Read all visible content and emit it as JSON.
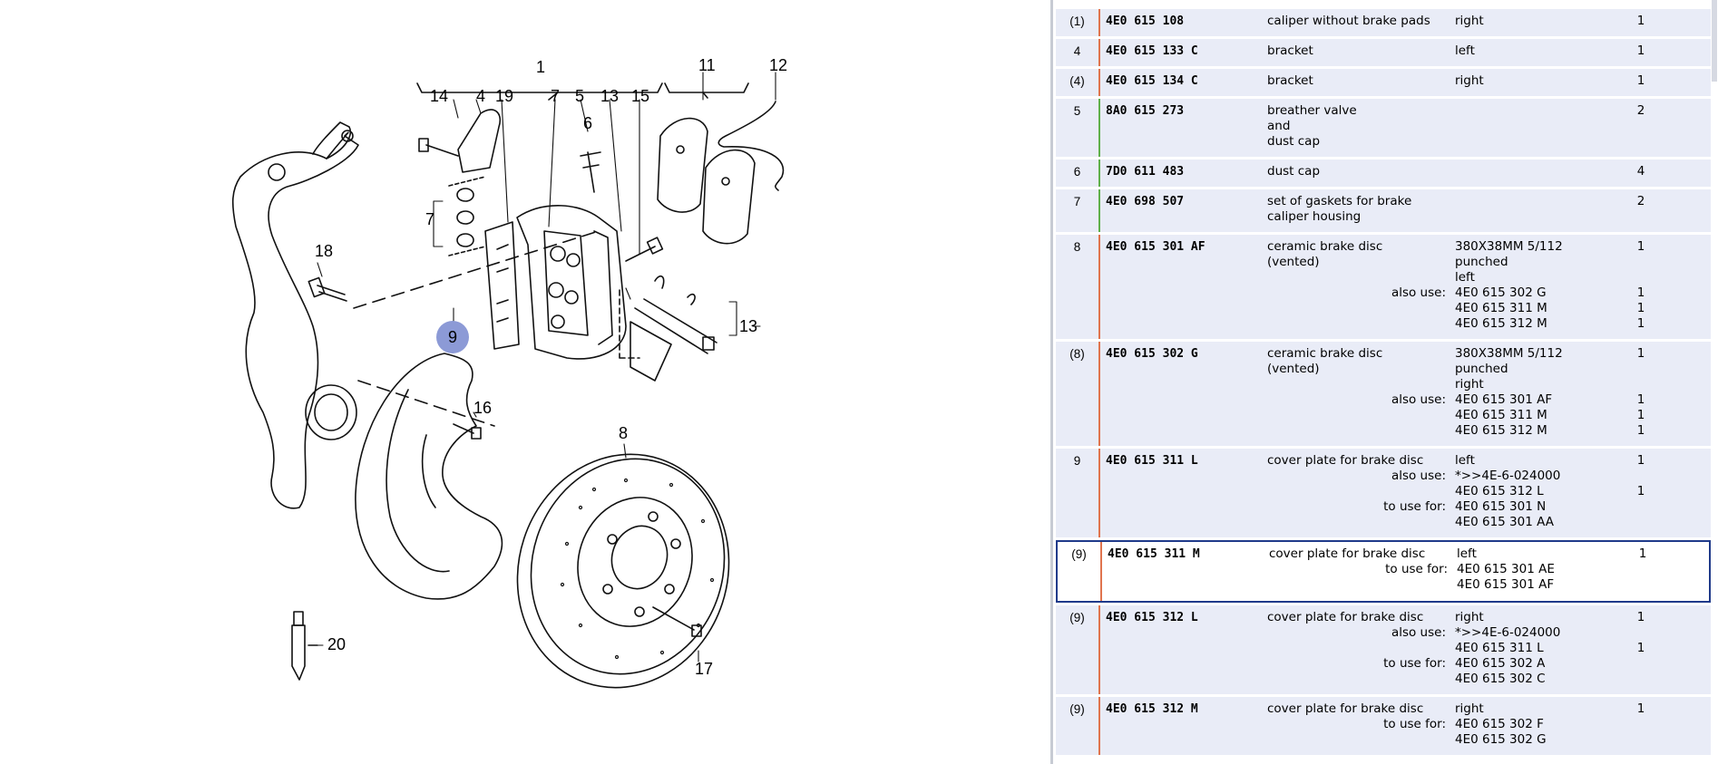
{
  "diagram": {
    "callouts": [
      "1",
      "11",
      "12",
      "14",
      "4",
      "19",
      "7",
      "5",
      "13",
      "15",
      "6",
      "7",
      "18",
      "9",
      "16",
      "8",
      "13",
      "20",
      "17"
    ],
    "highlighted_callout": "9"
  },
  "parts_table": {
    "rows": [
      {
        "pos": "(1)",
        "part": "4E0 615 108",
        "desc": [
          {
            "t": "caliper without brake pads"
          }
        ],
        "remark": [
          "right"
        ],
        "qty": [
          "1"
        ],
        "stripe": "#e0744e"
      },
      {
        "pos": "4",
        "part": "4E0 615 133 C",
        "desc": [
          {
            "t": "bracket"
          }
        ],
        "remark": [
          "left"
        ],
        "qty": [
          "1"
        ],
        "stripe": "#e0744e"
      },
      {
        "pos": "(4)",
        "part": "4E0 615 134 C",
        "desc": [
          {
            "t": "bracket"
          }
        ],
        "remark": [
          "right"
        ],
        "qty": [
          "1"
        ],
        "stripe": "#e0744e"
      },
      {
        "pos": "5",
        "part": "8A0 615 273",
        "desc": [
          {
            "t": "breather valve"
          },
          {
            "t": "and"
          },
          {
            "t": "dust cap"
          }
        ],
        "remark": [],
        "qty": [
          "2"
        ],
        "stripe": "#5fb04a"
      },
      {
        "pos": "6",
        "part": "7D0 611 483",
        "desc": [
          {
            "t": "dust cap"
          }
        ],
        "remark": [],
        "qty": [
          "4"
        ],
        "stripe": "#5fb04a"
      },
      {
        "pos": "7",
        "part": "4E0 698 507",
        "desc": [
          {
            "t": "set of gaskets for brake"
          },
          {
            "t": "caliper housing"
          }
        ],
        "remark": [],
        "qty": [
          "2"
        ],
        "stripe": "#5fb04a"
      },
      {
        "pos": "8",
        "part": "4E0 615 301 AF",
        "desc": [
          {
            "t": "ceramic brake disc"
          },
          {
            "t": "(vented)"
          },
          {
            "t": ""
          },
          {
            "t": "also use:",
            "r": true
          },
          {
            "t": ""
          },
          {
            "t": ""
          }
        ],
        "remark": [
          "380X38MM 5/112",
          "punched",
          "left",
          "4E0 615 302 G",
          "4E0 615 311 M",
          "4E0 615 312 M"
        ],
        "qty": [
          "1",
          "",
          "",
          "1",
          "1",
          "1"
        ],
        "stripe": "#e0744e"
      },
      {
        "pos": "(8)",
        "part": "4E0 615 302 G",
        "desc": [
          {
            "t": "ceramic brake disc"
          },
          {
            "t": "(vented)"
          },
          {
            "t": ""
          },
          {
            "t": "also use:",
            "r": true
          },
          {
            "t": ""
          },
          {
            "t": ""
          }
        ],
        "remark": [
          "380X38MM 5/112",
          "punched",
          "right",
          "4E0 615 301 AF",
          "4E0 615 311 M",
          "4E0 615 312 M"
        ],
        "qty": [
          "1",
          "",
          "",
          "1",
          "1",
          "1"
        ],
        "stripe": "#e0744e"
      },
      {
        "pos": "9",
        "part": "4E0 615 311 L",
        "desc": [
          {
            "t": "cover plate for brake disc"
          },
          {
            "t": "also use:",
            "r": true
          },
          {
            "t": ""
          },
          {
            "t": "to use for:",
            "r": true
          },
          {
            "t": ""
          }
        ],
        "remark": [
          "left",
          "*>>4E-6-024000",
          "4E0 615 312 L",
          "4E0 615 301 N",
          "4E0 615 301 AA"
        ],
        "qty": [
          "1",
          "",
          "1",
          "",
          ""
        ],
        "stripe": "#e0744e"
      },
      {
        "pos": "(9)",
        "part": "4E0 615 311 M",
        "desc": [
          {
            "t": "cover plate for brake disc"
          },
          {
            "t": "to use for:",
            "r": true
          },
          {
            "t": ""
          }
        ],
        "remark": [
          "left",
          "4E0 615 301 AE",
          "4E0 615 301 AF"
        ],
        "qty": [
          "1",
          "",
          ""
        ],
        "stripe": "#e0744e",
        "selected": true
      },
      {
        "pos": "(9)",
        "part": "4E0 615 312 L",
        "desc": [
          {
            "t": "cover plate for brake disc"
          },
          {
            "t": "also use:",
            "r": true
          },
          {
            "t": ""
          },
          {
            "t": "to use for:",
            "r": true
          },
          {
            "t": ""
          }
        ],
        "remark": [
          "right",
          "*>>4E-6-024000",
          "4E0 615 311 L",
          "4E0 615 302 A",
          "4E0 615 302 C"
        ],
        "qty": [
          "1",
          "",
          "1",
          "",
          ""
        ],
        "stripe": "#e0744e"
      },
      {
        "pos": "(9)",
        "part": "4E0 615 312 M",
        "desc": [
          {
            "t": "cover plate for brake disc"
          },
          {
            "t": "to use for:",
            "r": true
          },
          {
            "t": ""
          }
        ],
        "remark": [
          "right",
          "4E0 615 302 F",
          "4E0 615 302 G"
        ],
        "qty": [
          "1",
          "",
          ""
        ],
        "stripe": "#e0744e"
      }
    ]
  }
}
